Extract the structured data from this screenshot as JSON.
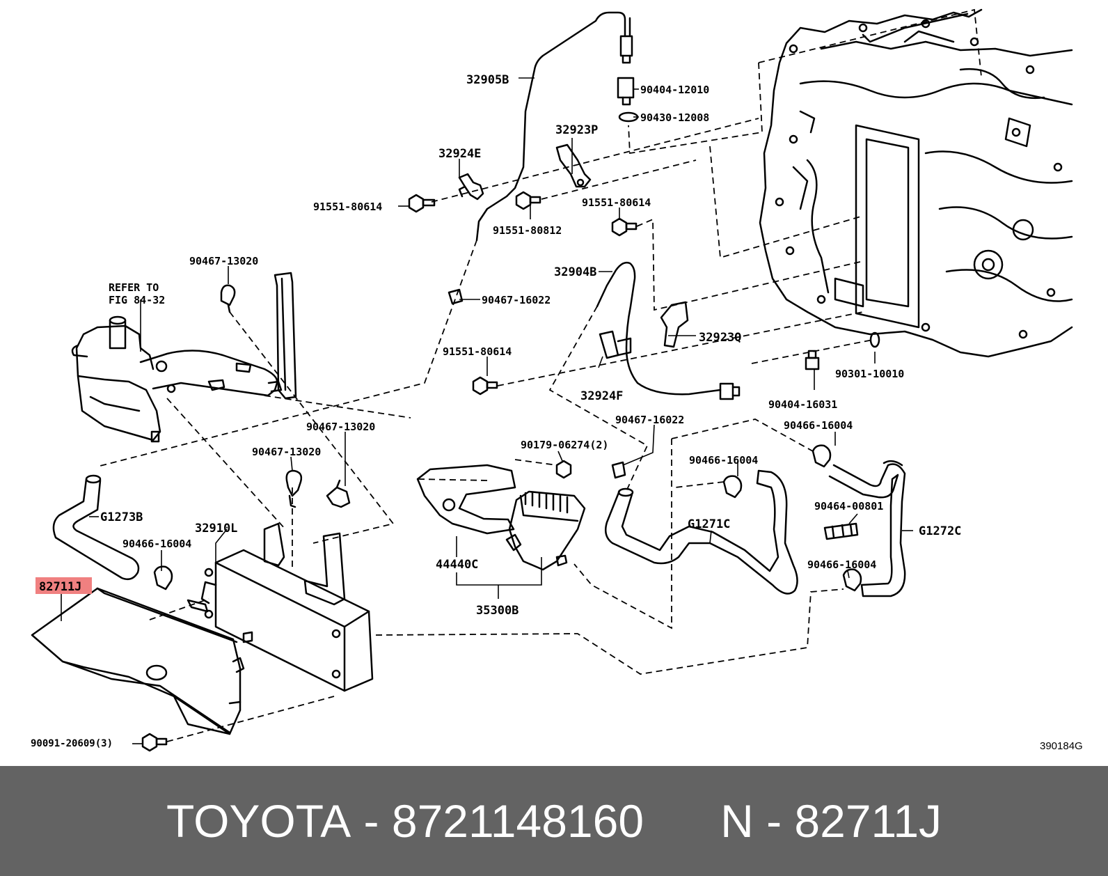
{
  "diagram": {
    "code": "390184G",
    "refer_note_line1": "REFER TO",
    "refer_note_line2": "FIG 84-32",
    "highlight_color": "#f08080",
    "labels": {
      "p32905B": "32905B",
      "p90404_12010": "90404-12010",
      "p90430_12008": "90430-12008",
      "p32923P": "32923P",
      "p32924E": "32924E",
      "p91551_80614_a": "91551-80614",
      "p91551_80812": "91551-80812",
      "p91551_80614_b": "91551-80614",
      "p90467_13020_a": "90467-13020",
      "p32904B": "32904B",
      "p90467_16022_a": "90467-16022",
      "p32923Q": "32923Q",
      "p91551_80614_c": "91551-80614",
      "p32924F": "32924F",
      "p90301_10010": "90301-10010",
      "p90404_16031": "90404-16031",
      "p90467_13020_b": "90467-13020",
      "p90467_13020_c": "90467-13020",
      "p90467_16022_b": "90467-16022",
      "p90466_16004_a": "90466-16004",
      "p90179_06274": "90179-06274(2)",
      "p90466_16004_b": "90466-16004",
      "p90464_00801": "90464-00801",
      "pG1273B": "G1273B",
      "p32910L": "32910L",
      "p90466_16004_c": "90466-16004",
      "pG1271C": "G1271C",
      "pG1272C": "G1272C",
      "p82711J": "82711J",
      "p44440C": "44440C",
      "p90466_16004_d": "90466-16004",
      "p35300B": "35300B",
      "p90091_20609": "90091-20609(3)"
    }
  },
  "footer": {
    "brand": "TOYOTA",
    "sep1": " - ",
    "part_number": "8721148160",
    "gap": "      ",
    "ref_prefix": "N",
    "sep2": " - ",
    "ref_code": "82711J"
  }
}
